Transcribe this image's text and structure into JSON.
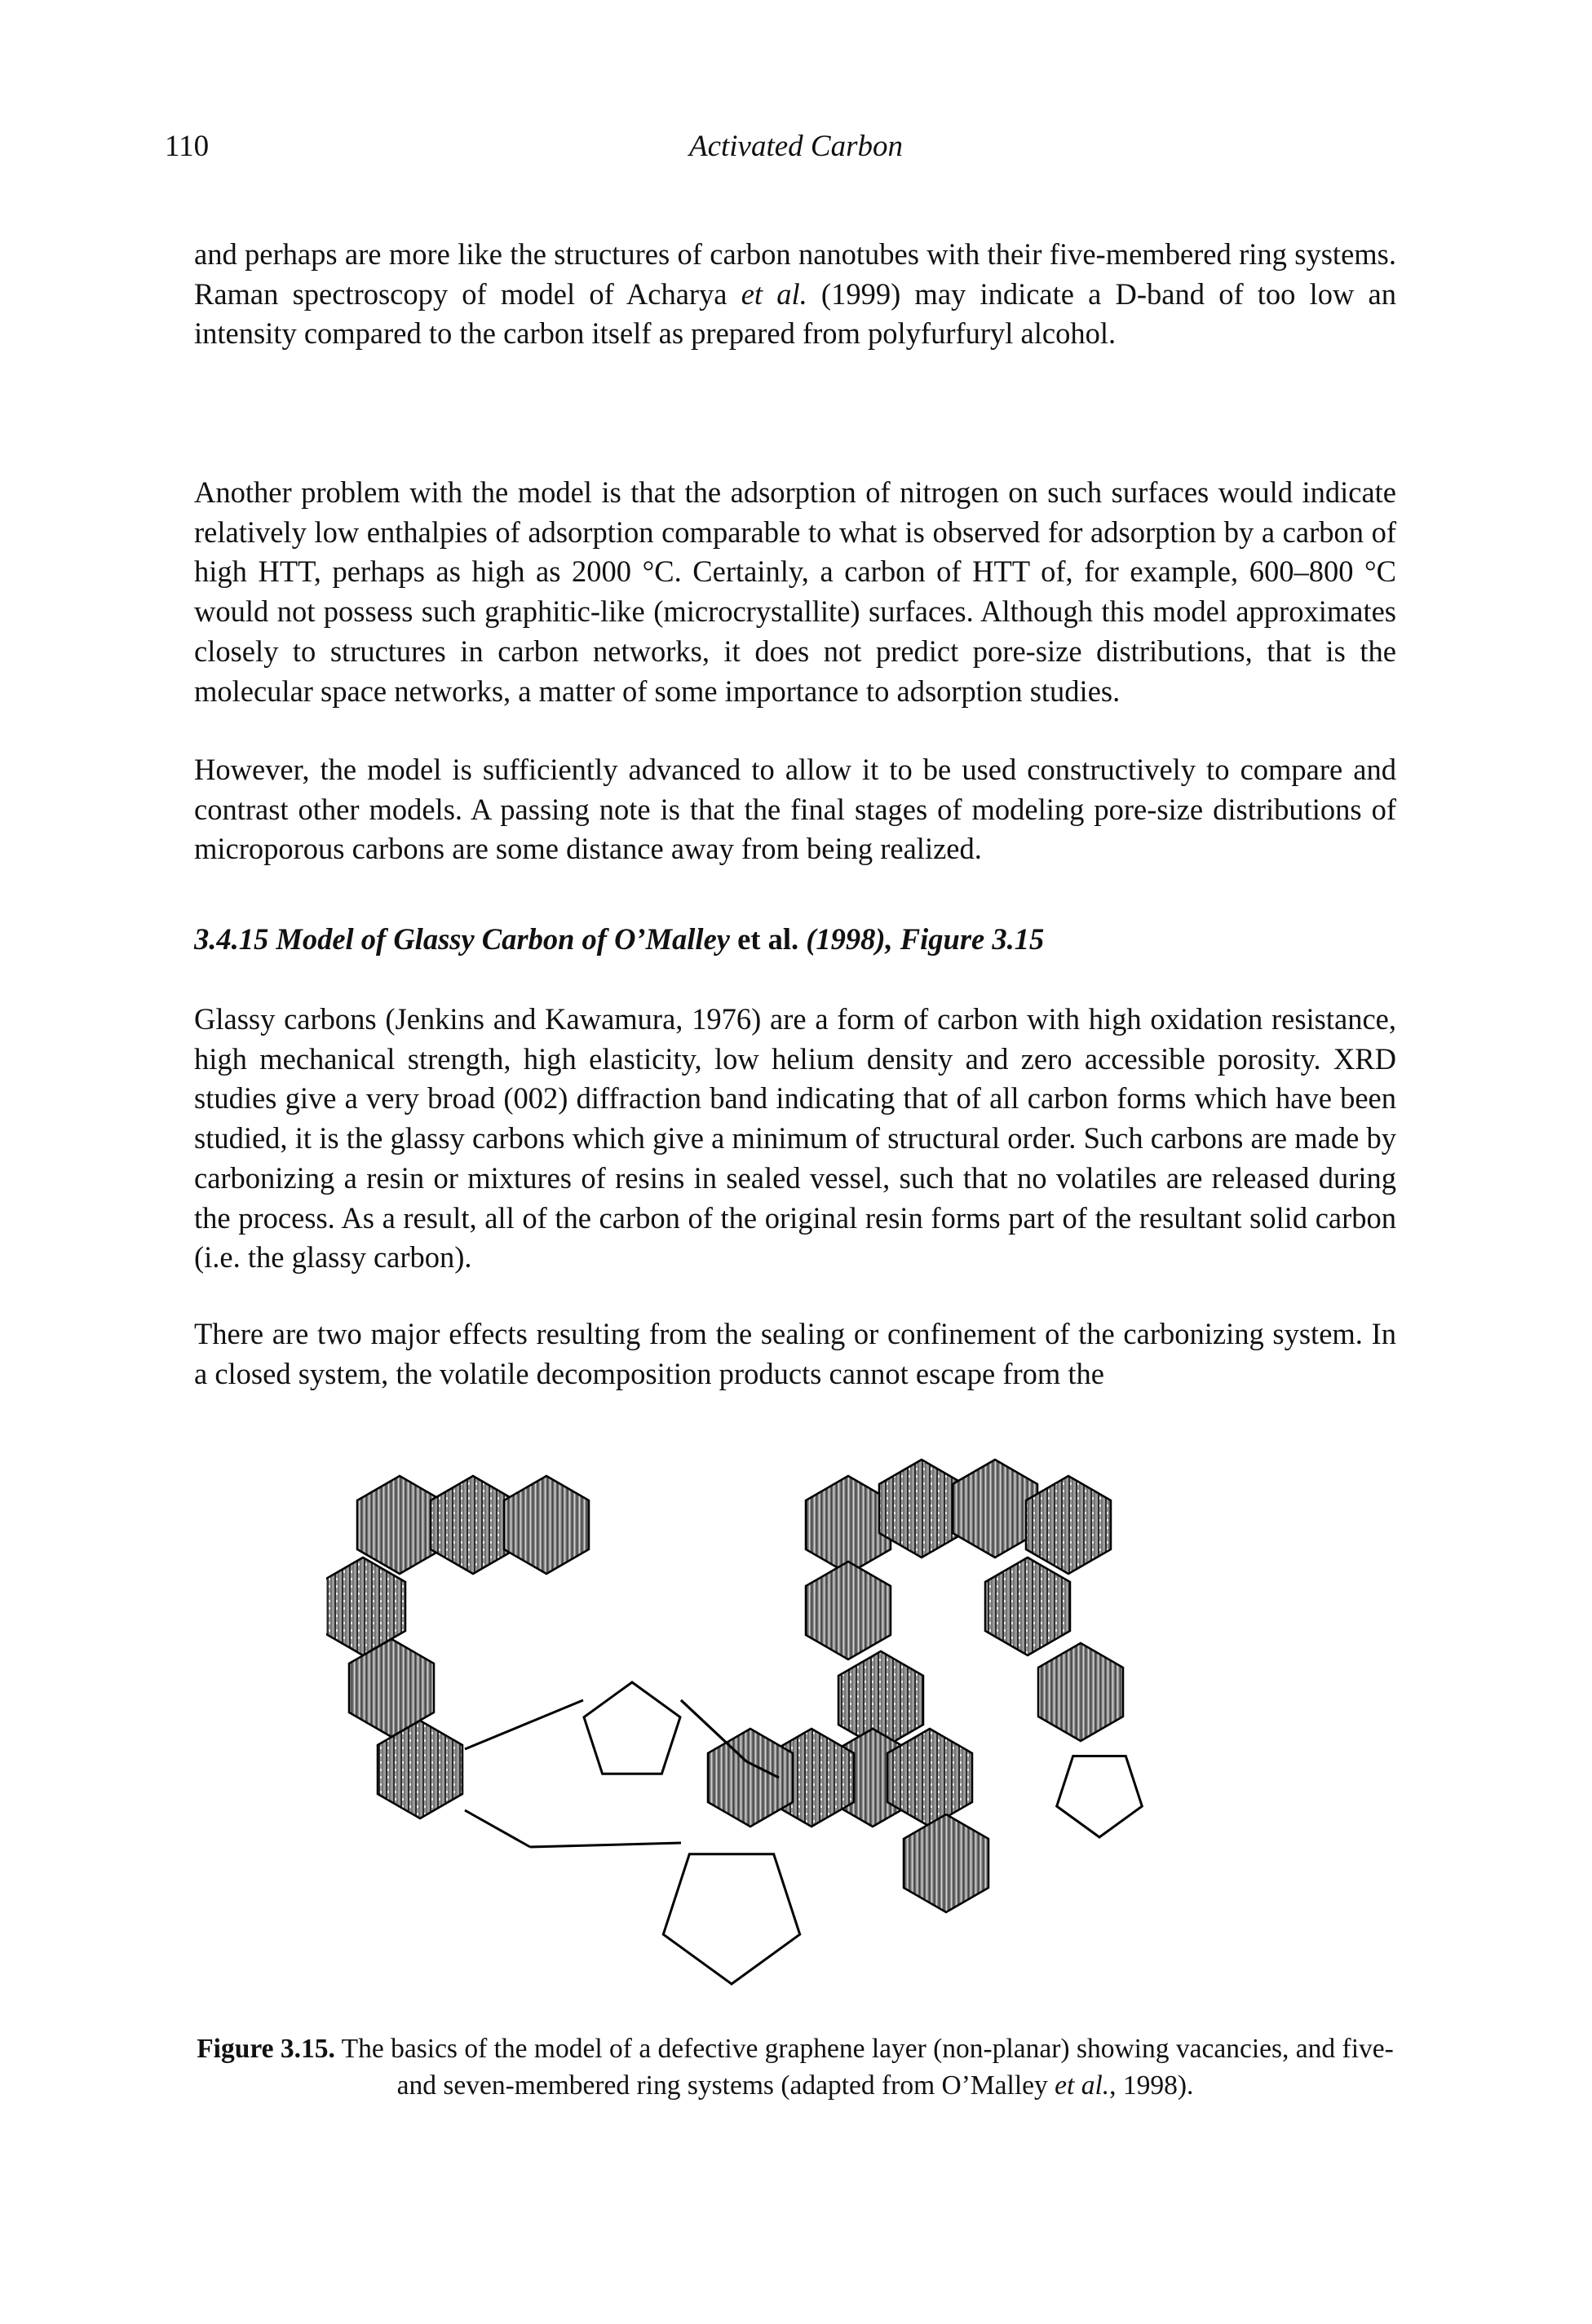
{
  "header": {
    "page_number": "110",
    "running_title": "Activated Carbon"
  },
  "paragraphs": {
    "p1": [
      {
        "t": "and perhaps are more like the structures of carbon nanotubes with their five-membered ring systems. Raman spectroscopy of model of Acharya "
      },
      {
        "t": "et al.",
        "i": true
      },
      {
        "t": " (1999) may indicate a D-band of too low an intensity compared to the carbon itself as prepared from polyfurfuryl alcohol."
      }
    ],
    "p2": [
      {
        "t": "Another problem with the model is that the adsorption of nitrogen on such surfaces would indicate relatively low enthalpies of adsorption comparable to what is observed for adsorption by a carbon of high HTT, perhaps as high as 2000 °C. Certainly, a carbon of HTT of, for example, 600–800 °C would not possess such graphitic-like (microcrystallite) surfaces. Although this model approximates closely to structures in carbon networks, it does not predict pore-size distributions, that is the molecular space networks, a matter of some importance to adsorption studies."
      }
    ],
    "p3": [
      {
        "t": "However, the model is sufficiently advanced to allow it to be used constructively to compare and contrast other models. A passing note is that the final stages of modeling pore-size distributions of microporous carbons are some distance away from being realized."
      }
    ],
    "p4": [
      {
        "t": "Glassy carbons (Jenkins and Kawamura, 1976) are a form of carbon with high oxidation resistance, high mechanical strength, high elasticity, low helium density and zero accessible porosity. XRD studies give a very broad (002) diffraction band indicating that of all carbon forms which have been studied, it is the glassy carbons which give a minimum of structural order. Such carbons are made by carbonizing a resin or mixtures of resins in sealed vessel, such that no volatiles are released during the process. As a result, all of the carbon of the original resin forms part of the resultant solid carbon (i.e. the glassy carbon)."
      }
    ],
    "p5": [
      {
        "t": "There are two major effects resulting from the sealing or confinement of the carbonizing system. In a closed system, the volatile decomposition products cannot escape from the"
      }
    ]
  },
  "section": {
    "part1": "3.4.15 Model of Glassy Carbon of O’Malley",
    "part2": " et al. ",
    "part3": "(1998), Figure 3.15"
  },
  "caption": {
    "label": "Figure 3.15.",
    "text1": " The basics of the model of a defective graphene layer (non-planar) showing vacancies, and five- and seven-membered ring systems (adapted from O’Malley ",
    "etal": "et al.",
    "text2": ", 1998)."
  }
}
